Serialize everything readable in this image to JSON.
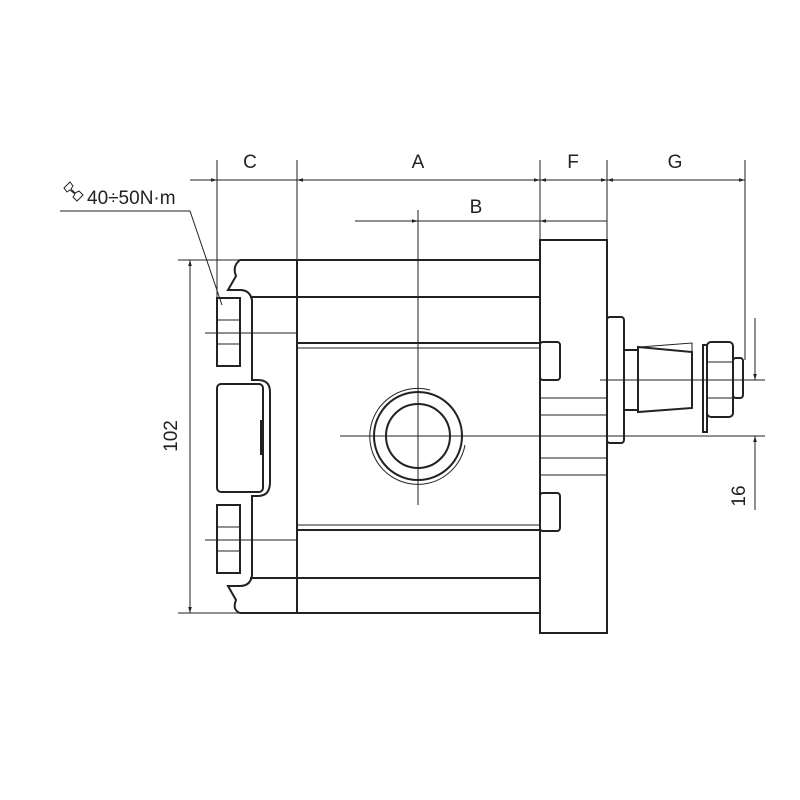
{
  "drawing": {
    "dimensions": {
      "c": "C",
      "a": "A",
      "f": "F",
      "g": "G",
      "b": "B",
      "height": "102",
      "shaft_offset": "16"
    },
    "torque_note": "40÷50N·m",
    "torque_icon": "wrench-icon"
  }
}
